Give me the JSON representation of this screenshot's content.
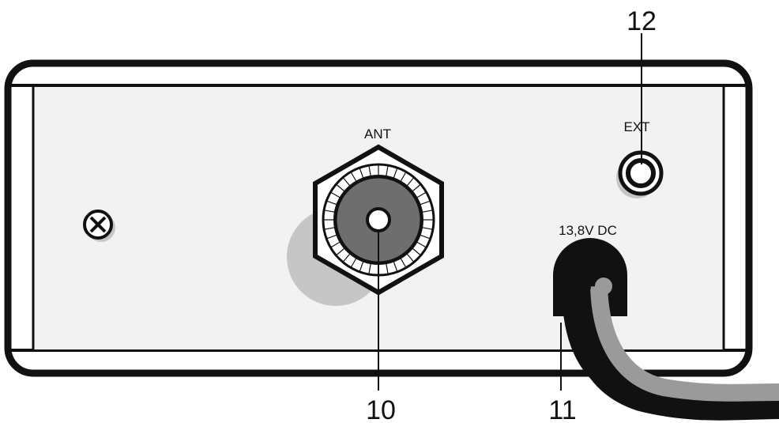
{
  "labels": {
    "ant": "ANT",
    "ext": "EXT",
    "power": "13,8V DC"
  },
  "callouts": {
    "antenna": "10",
    "power": "11",
    "ext": "12"
  },
  "colors": {
    "panel": "#f2f2f2",
    "outline": "#111111",
    "shadow": "#c6c6c6",
    "connector_core": "#6e6e6e",
    "cable_light": "#9a9a9a",
    "cable_dark": "#111111"
  },
  "icons": {
    "screw": "screw-icon",
    "antenna_connector": "so239-connector-icon",
    "ext_jack": "audio-jack-icon",
    "power_cable": "power-cable-icon"
  }
}
